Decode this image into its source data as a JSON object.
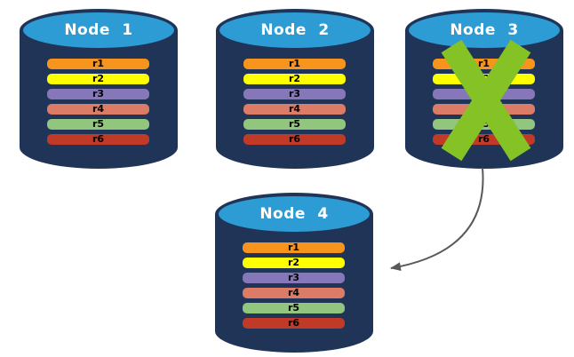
{
  "diagram": {
    "background": "#FFFFFF",
    "colors": {
      "cylinder_body": "#1F3457",
      "cylinder_top": "#2D9CD5",
      "title_text": "#FFFFFF",
      "row_text": "#000000",
      "cross": "#84C225",
      "arrow": "#595959"
    },
    "nodes": [
      {
        "title": "Node 1",
        "failed": false,
        "rows": [
          {
            "label": "r1",
            "color": "#F7941E"
          },
          {
            "label": "r2",
            "color": "#FFFF00"
          },
          {
            "label": "r3",
            "color": "#8678B8"
          },
          {
            "label": "r4",
            "color": "#DC7B66"
          },
          {
            "label": "r5",
            "color": "#92C57E"
          },
          {
            "label": "r6",
            "color": "#C13A27"
          }
        ]
      },
      {
        "title": "Node 2",
        "failed": false,
        "rows": [
          {
            "label": "r1",
            "color": "#F7941E"
          },
          {
            "label": "r2",
            "color": "#FFFF00"
          },
          {
            "label": "r3",
            "color": "#8678B8"
          },
          {
            "label": "r4",
            "color": "#DC7B66"
          },
          {
            "label": "r5",
            "color": "#92C57E"
          },
          {
            "label": "r6",
            "color": "#C13A27"
          }
        ]
      },
      {
        "title": "Node 3",
        "failed": true,
        "rows": [
          {
            "label": "r1",
            "color": "#F7941E"
          },
          {
            "label": "r2",
            "color": "#FFFF00"
          },
          {
            "label": "r3",
            "color": "#8678B8"
          },
          {
            "label": "r4",
            "color": "#DC7B66"
          },
          {
            "label": "r5",
            "color": "#92C57E"
          },
          {
            "label": "r6",
            "color": "#C13A27"
          }
        ]
      },
      {
        "title": "Node 4",
        "failed": false,
        "rows": [
          {
            "label": "r1",
            "color": "#F7941E"
          },
          {
            "label": "r2",
            "color": "#FFFF00"
          },
          {
            "label": "r3",
            "color": "#8678B8"
          },
          {
            "label": "r4",
            "color": "#DC7B66"
          },
          {
            "label": "r5",
            "color": "#92C57E"
          },
          {
            "label": "r6",
            "color": "#C13A27"
          }
        ]
      }
    ]
  }
}
